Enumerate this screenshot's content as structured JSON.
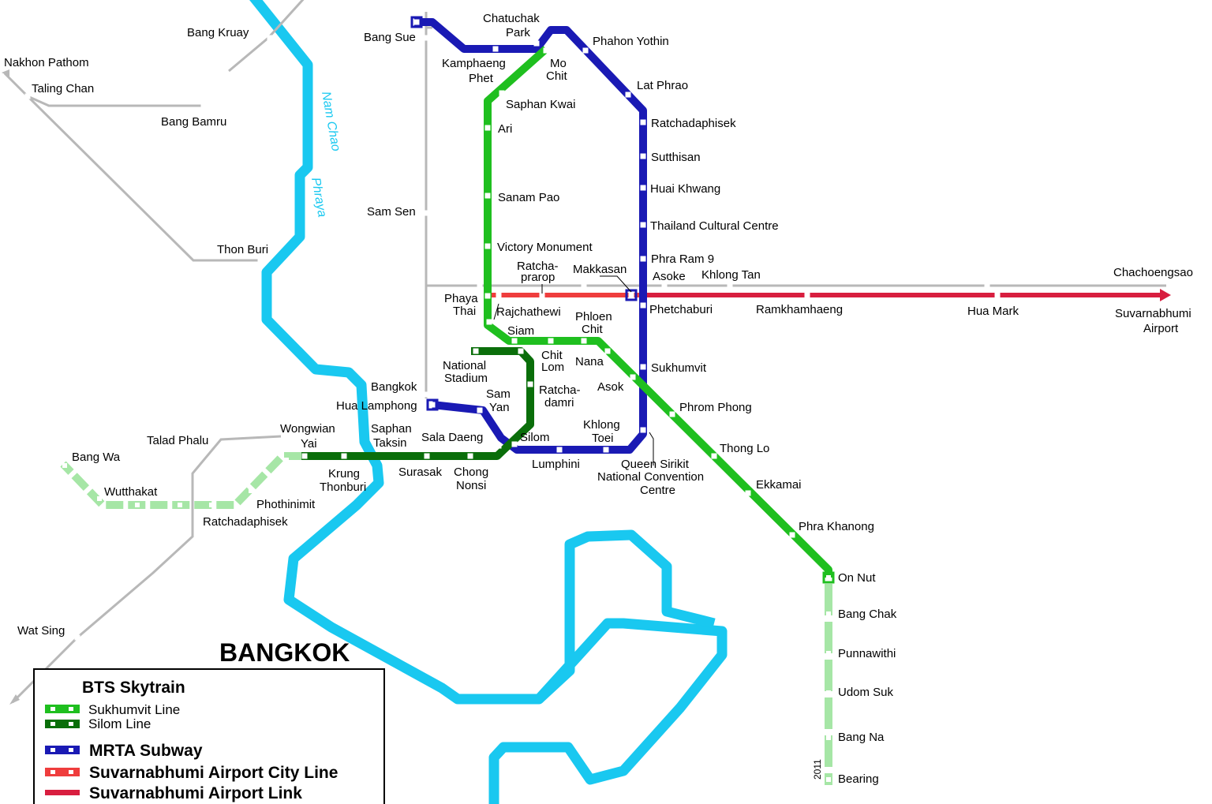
{
  "map_title": "BANGKOK",
  "river_name": [
    "Nam Chao",
    "Phraya"
  ],
  "colors": {
    "sukhumvit": "#1fbf1f",
    "silom": "#0a6e0a",
    "subway": "#1a1ab4",
    "city_line": "#ef3d3d",
    "airport_link": "#d81e3f",
    "extension": "#a6e6a6",
    "rail": "#b8b8b8",
    "river": "#19c8f0"
  },
  "stations": {
    "bang_kruay": "Bang Kruay",
    "nakhon_pathom": "Nakhon Pathom",
    "taling_chan": "Taling Chan",
    "bang_bamru": "Bang Bamru",
    "thon_buri": "Thon Buri",
    "bang_sue": "Bang Sue",
    "chatuchak": [
      "Chatuchak",
      "Park"
    ],
    "kamphaeng_phet": [
      "Kamphaeng",
      "Phet"
    ],
    "mo_chit": [
      "Mo",
      "Chit"
    ],
    "phahon_yothin": "Phahon Yothin",
    "lat_phrao": "Lat Phrao",
    "saphan_kwai": "Saphan Kwai",
    "ari": "Ari",
    "ratchadaphisek_n": "Ratchadaphisek",
    "sutthisan": "Sutthisan",
    "huai_khwang": "Huai Khwang",
    "sanam_pao": "Sanam Pao",
    "sam_sen": "Sam Sen",
    "thailand_cultural_centre": "Thailand Cultural Centre",
    "victory_monument": "Victory Monument",
    "phra_ram_9": "Phra Ram 9",
    "ratchaprarop": [
      "Ratcha-",
      "prarop"
    ],
    "makkasan": "Makkasan",
    "asoke": "Asoke",
    "khlong_tan": "Khlong Tan",
    "chachoengsao": "Chachoengsao",
    "phaya_thai": [
      "Phaya",
      "Thai"
    ],
    "rajchathewi": "Rajchathewi",
    "phloen_chit": [
      "Phloen",
      "Chit"
    ],
    "phetchaburi": "Phetchaburi",
    "ramkhamhaeng": "Ramkhamhaeng",
    "hua_mark": "Hua Mark",
    "suvarnabhumi": [
      "Suvarnabhumi",
      "Airport"
    ],
    "siam": "Siam",
    "chit_lom": [
      "Chit",
      "Lom"
    ],
    "nana": "Nana",
    "national_stadium": [
      "National",
      "Stadium"
    ],
    "sukhumvit": "Sukhumvit",
    "ratchadamri": [
      "Ratcha-",
      "damri"
    ],
    "asok": "Asok",
    "bangkok": "Bangkok",
    "hua_lamphong": "Hua Lamphong",
    "sam_yan": [
      "Sam",
      "Yan"
    ],
    "phrom_phong": "Phrom Phong",
    "wongwian_yai": [
      "Wongwian",
      "Yai"
    ],
    "saphan_taksin": [
      "Saphan",
      "Taksin"
    ],
    "talad_phlu": "Talad Phalu",
    "sala_daeng": "Sala Daeng",
    "silom": "Silom",
    "khlong_toei": [
      "Khlong",
      "Toei"
    ],
    "thong_lo": "Thong Lo",
    "bang_wa": "Bang Wa",
    "krung_thonburi": [
      "Krung",
      "Thonburi"
    ],
    "surasak": "Surasak",
    "chong_nonsi": [
      "Chong",
      "Nonsi"
    ],
    "lumphini": "Lumphini",
    "qsncc": [
      "Queen Sirikit",
      "National Convention",
      "Centre"
    ],
    "ekkamai": "Ekkamai",
    "wutthakat": "Wutthakat",
    "phothinimit": "Phothinimit",
    "ratchadaphisek_s": "Ratchadaphisek",
    "phra_khanong": "Phra Khanong",
    "on_nut": "On Nut",
    "wat_sing": "Wat Sing",
    "bang_chak": "Bang Chak",
    "punnawithi": "Punnawithi",
    "udom_suk": "Udom Suk",
    "bang_na": "Bang Na",
    "bearing": "Bearing"
  },
  "extension_year": "2011",
  "legend": {
    "bts_heading": "BTS Skytrain",
    "sukhumvit_line": "Sukhumvit Line",
    "silom_line": "Silom Line",
    "mrta_subway": "MRTA Subway",
    "airport_city_line": "Suvarnabhumi Airport City Line",
    "airport_link": "Suvarnabhumi Airport Link"
  }
}
